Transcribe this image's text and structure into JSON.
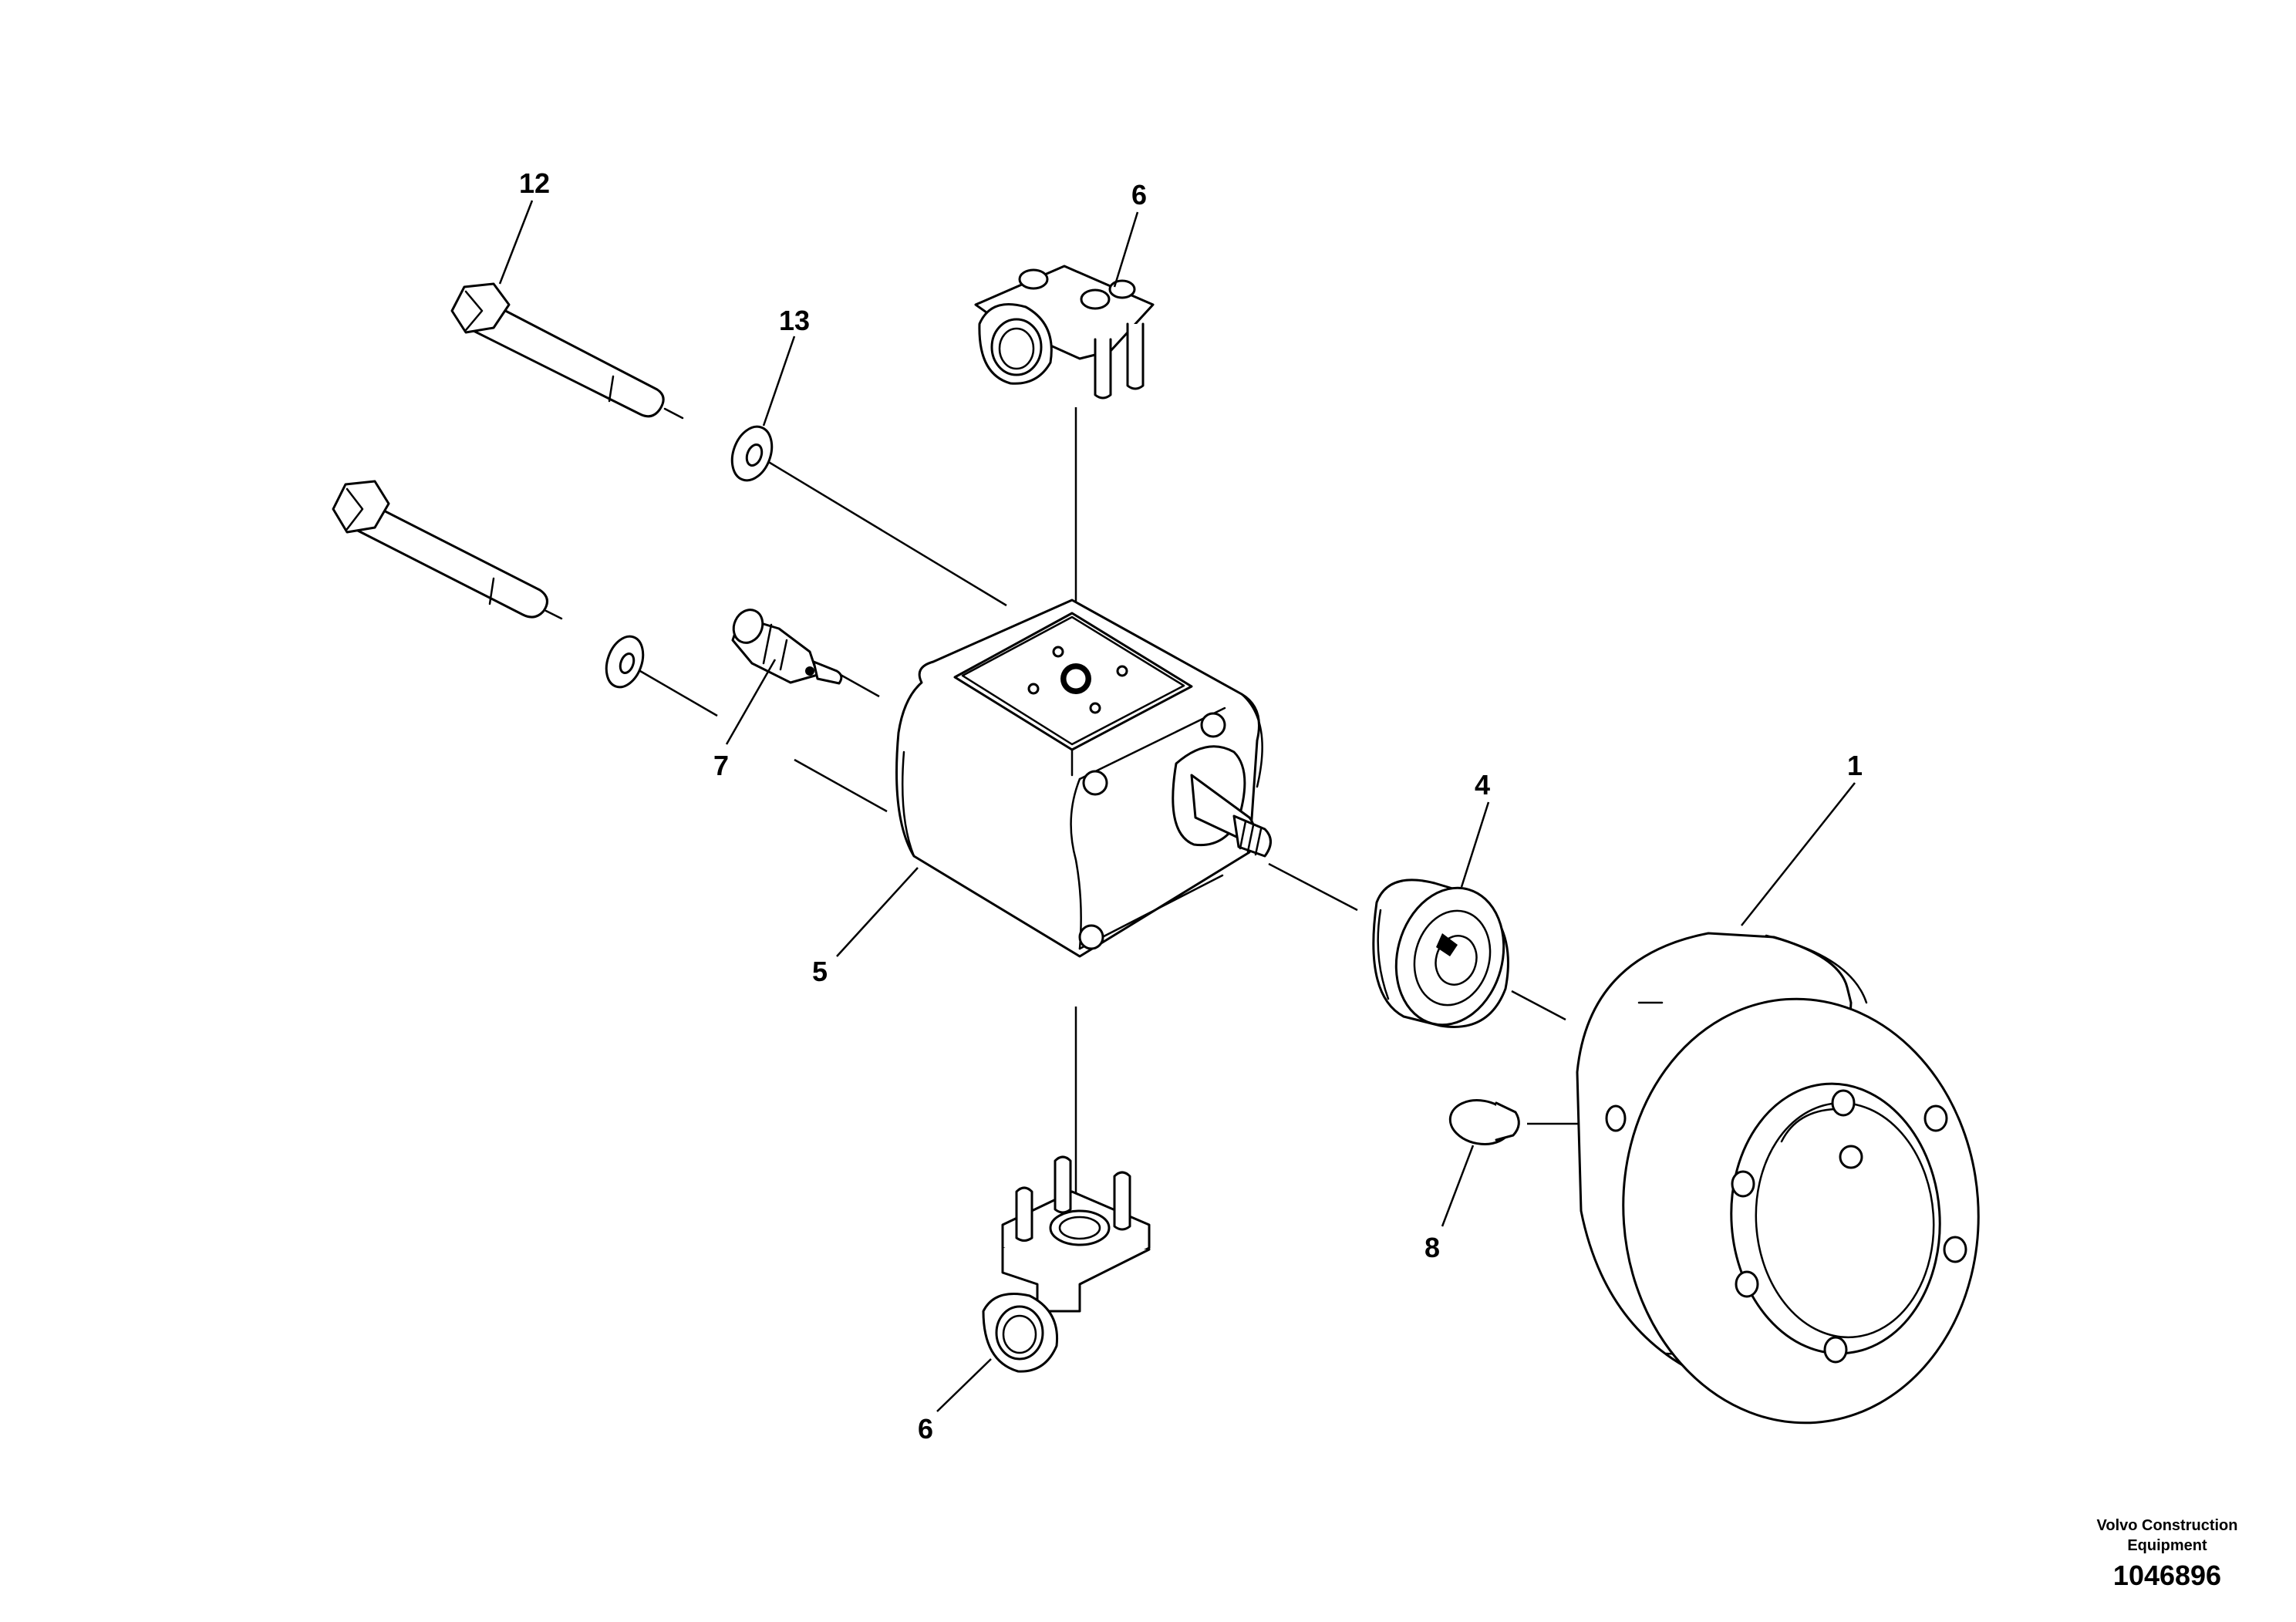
{
  "callouts": {
    "part_1": "1",
    "part_4": "4",
    "part_5": "5",
    "part_6_top": "6",
    "part_6_bottom": "6",
    "part_7": "7",
    "part_8": "8",
    "part_12": "12",
    "part_13": "13"
  },
  "caption": {
    "company_line1": "Volvo Construction",
    "company_line2": "Equipment",
    "figure_number": "1046896"
  }
}
